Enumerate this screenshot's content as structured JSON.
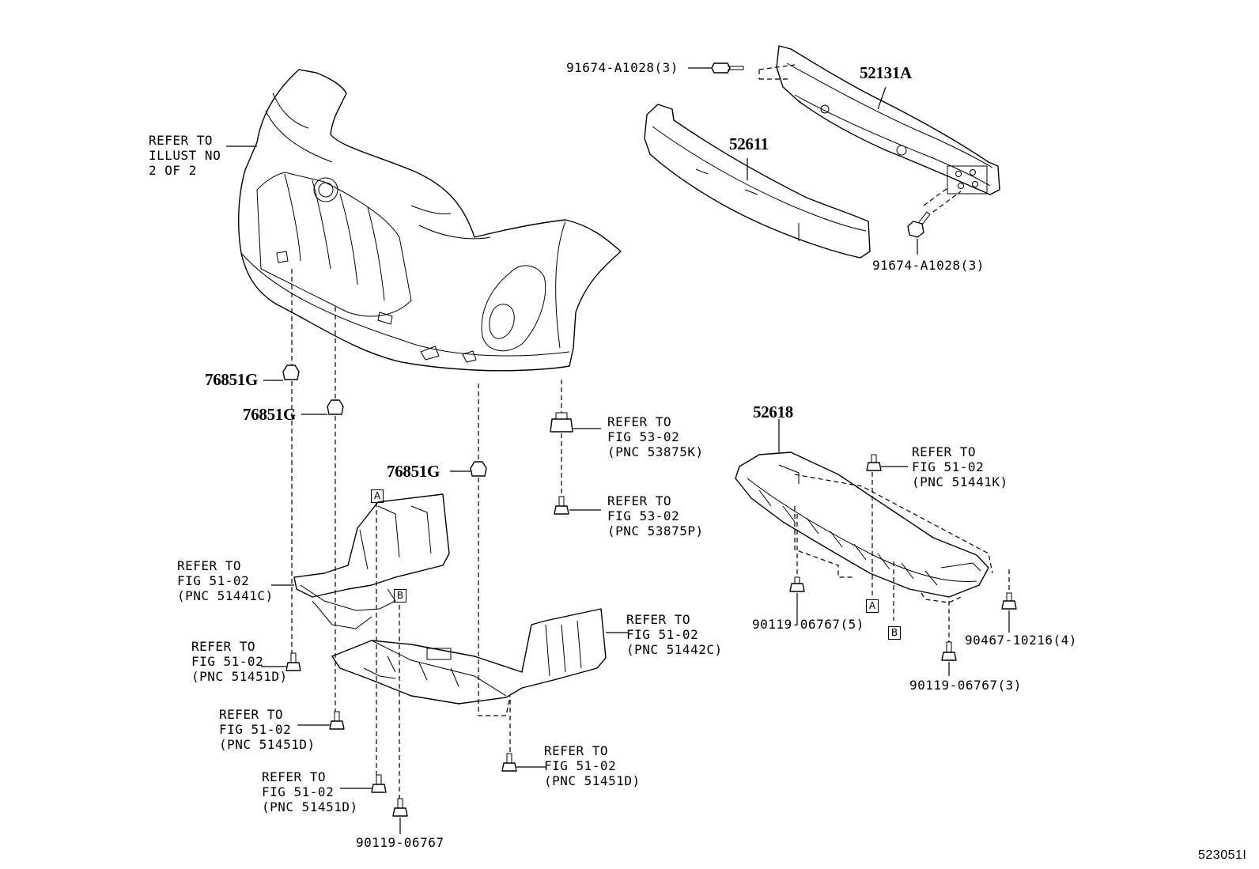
{
  "figure_id": "523051I",
  "callouts": {
    "refer_illust": [
      "REFER TO",
      "ILLUST NO",
      "2 OF 2"
    ],
    "p_91674_top": "91674-A1028(3)",
    "p_52131A": "52131A",
    "p_52611": "52611",
    "p_91674_bottom": "91674-A1028(3)",
    "p_76851G_1": "76851G",
    "p_76851G_2": "76851G",
    "p_76851G_3": "76851G",
    "refer_53875K": [
      "REFER TO",
      "FIG 53-02",
      "(PNC 53875K)"
    ],
    "refer_53875P": [
      "REFER TO",
      "FIG 53-02",
      "(PNC 53875P)"
    ],
    "p_52618": "52618",
    "refer_51441K": [
      "REFER TO",
      "FIG 51-02",
      "(PNC 51441K)"
    ],
    "refer_51441C": [
      "REFER TO",
      "FIG 51-02",
      "(PNC 51441C)"
    ],
    "refer_51442C": [
      "REFER TO",
      "FIG 51-02",
      "(PNC 51442C)"
    ],
    "refer_51451D_a": [
      "REFER TO",
      "FIG 51-02",
      "(PNC 51451D)"
    ],
    "refer_51451D_b": [
      "REFER TO",
      "FIG 51-02",
      "(PNC 51451D)"
    ],
    "refer_51451D_c": [
      "REFER TO",
      "FIG 51-02",
      "(PNC 51451D)"
    ],
    "refer_51451D_d": [
      "REFER TO",
      "FIG 51-02",
      "(PNC 51451D)"
    ],
    "p_90119_5": "90119-06767(5)",
    "p_90467": "90467-10216(4)",
    "p_90119_3": "90119-06767(3)",
    "p_90119_bottom": "90119-06767"
  },
  "markers": {
    "a": "A",
    "b": "B"
  }
}
